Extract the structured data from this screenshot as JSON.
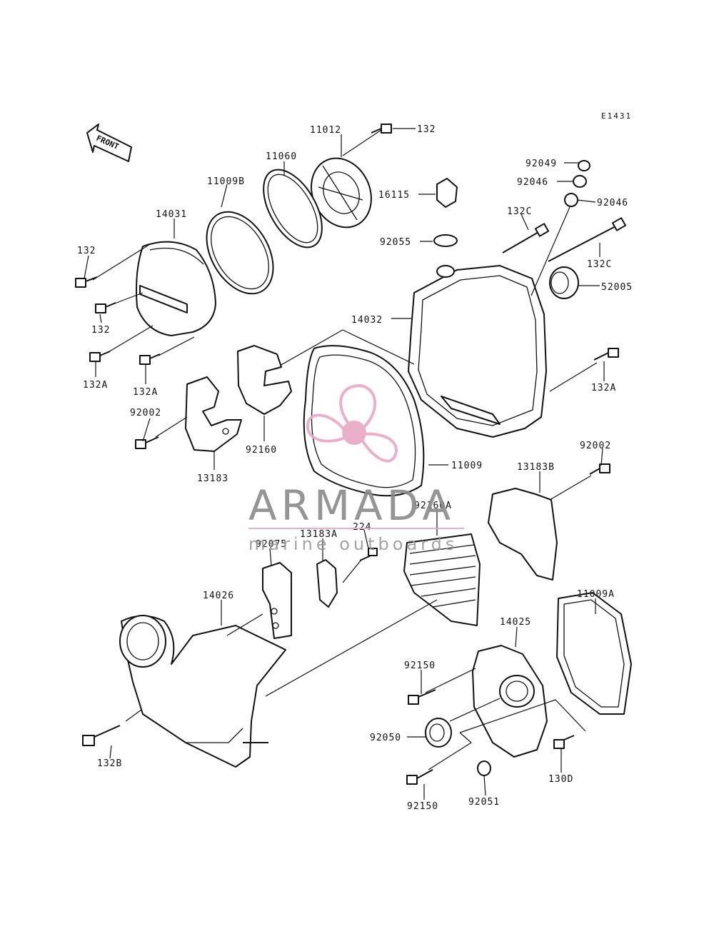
{
  "diagram": {
    "code": "E1431",
    "front_label": "FRONT",
    "watermark": {
      "brand": "ARMADA",
      "tagline": "marine outboards",
      "accent_color": "#e8a7c4",
      "propeller_color": "#e8a7c4",
      "brand_color": "#8a8a8a"
    },
    "parts": [
      {
        "id": "p-11012",
        "label": "11012"
      },
      {
        "id": "p-132-top",
        "label": "132"
      },
      {
        "id": "p-11060",
        "label": "11060"
      },
      {
        "id": "p-11009B",
        "label": "11009B"
      },
      {
        "id": "p-14031",
        "label": "14031"
      },
      {
        "id": "p-132-left",
        "label": "132"
      },
      {
        "id": "p-132-mid",
        "label": "132"
      },
      {
        "id": "p-132A-left",
        "label": "132A"
      },
      {
        "id": "p-132A-mid",
        "label": "132A"
      },
      {
        "id": "p-92002-left",
        "label": "92002"
      },
      {
        "id": "p-13183",
        "label": "13183"
      },
      {
        "id": "p-92160",
        "label": "92160"
      },
      {
        "id": "p-92049",
        "label": "92049"
      },
      {
        "id": "p-92046-a",
        "label": "92046"
      },
      {
        "id": "p-92046-b",
        "label": "92046"
      },
      {
        "id": "p-16115",
        "label": "16115"
      },
      {
        "id": "p-132C-a",
        "label": "132C"
      },
      {
        "id": "p-132C-b",
        "label": "132C"
      },
      {
        "id": "p-92055",
        "label": "92055"
      },
      {
        "id": "p-52005",
        "label": "52005"
      },
      {
        "id": "p-14032",
        "label": "14032"
      },
      {
        "id": "p-132A-right",
        "label": "132A"
      },
      {
        "id": "p-11009",
        "label": "11009"
      },
      {
        "id": "p-92002-right",
        "label": "92002"
      },
      {
        "id": "p-13183B",
        "label": "13183B"
      },
      {
        "id": "p-92160A",
        "label": "92160A"
      },
      {
        "id": "p-224",
        "label": "224"
      },
      {
        "id": "p-13183A",
        "label": "13183A"
      },
      {
        "id": "p-92075",
        "label": "92075"
      },
      {
        "id": "p-14026",
        "label": "14026"
      },
      {
        "id": "p-11009A",
        "label": "11009A"
      },
      {
        "id": "p-14025",
        "label": "14025"
      },
      {
        "id": "p-92150-a",
        "label": "92150"
      },
      {
        "id": "p-92050",
        "label": "92050"
      },
      {
        "id": "p-132B",
        "label": "132B"
      },
      {
        "id": "p-130D",
        "label": "130D"
      },
      {
        "id": "p-92150-b",
        "label": "92150"
      },
      {
        "id": "p-92051",
        "label": "92051"
      }
    ]
  }
}
